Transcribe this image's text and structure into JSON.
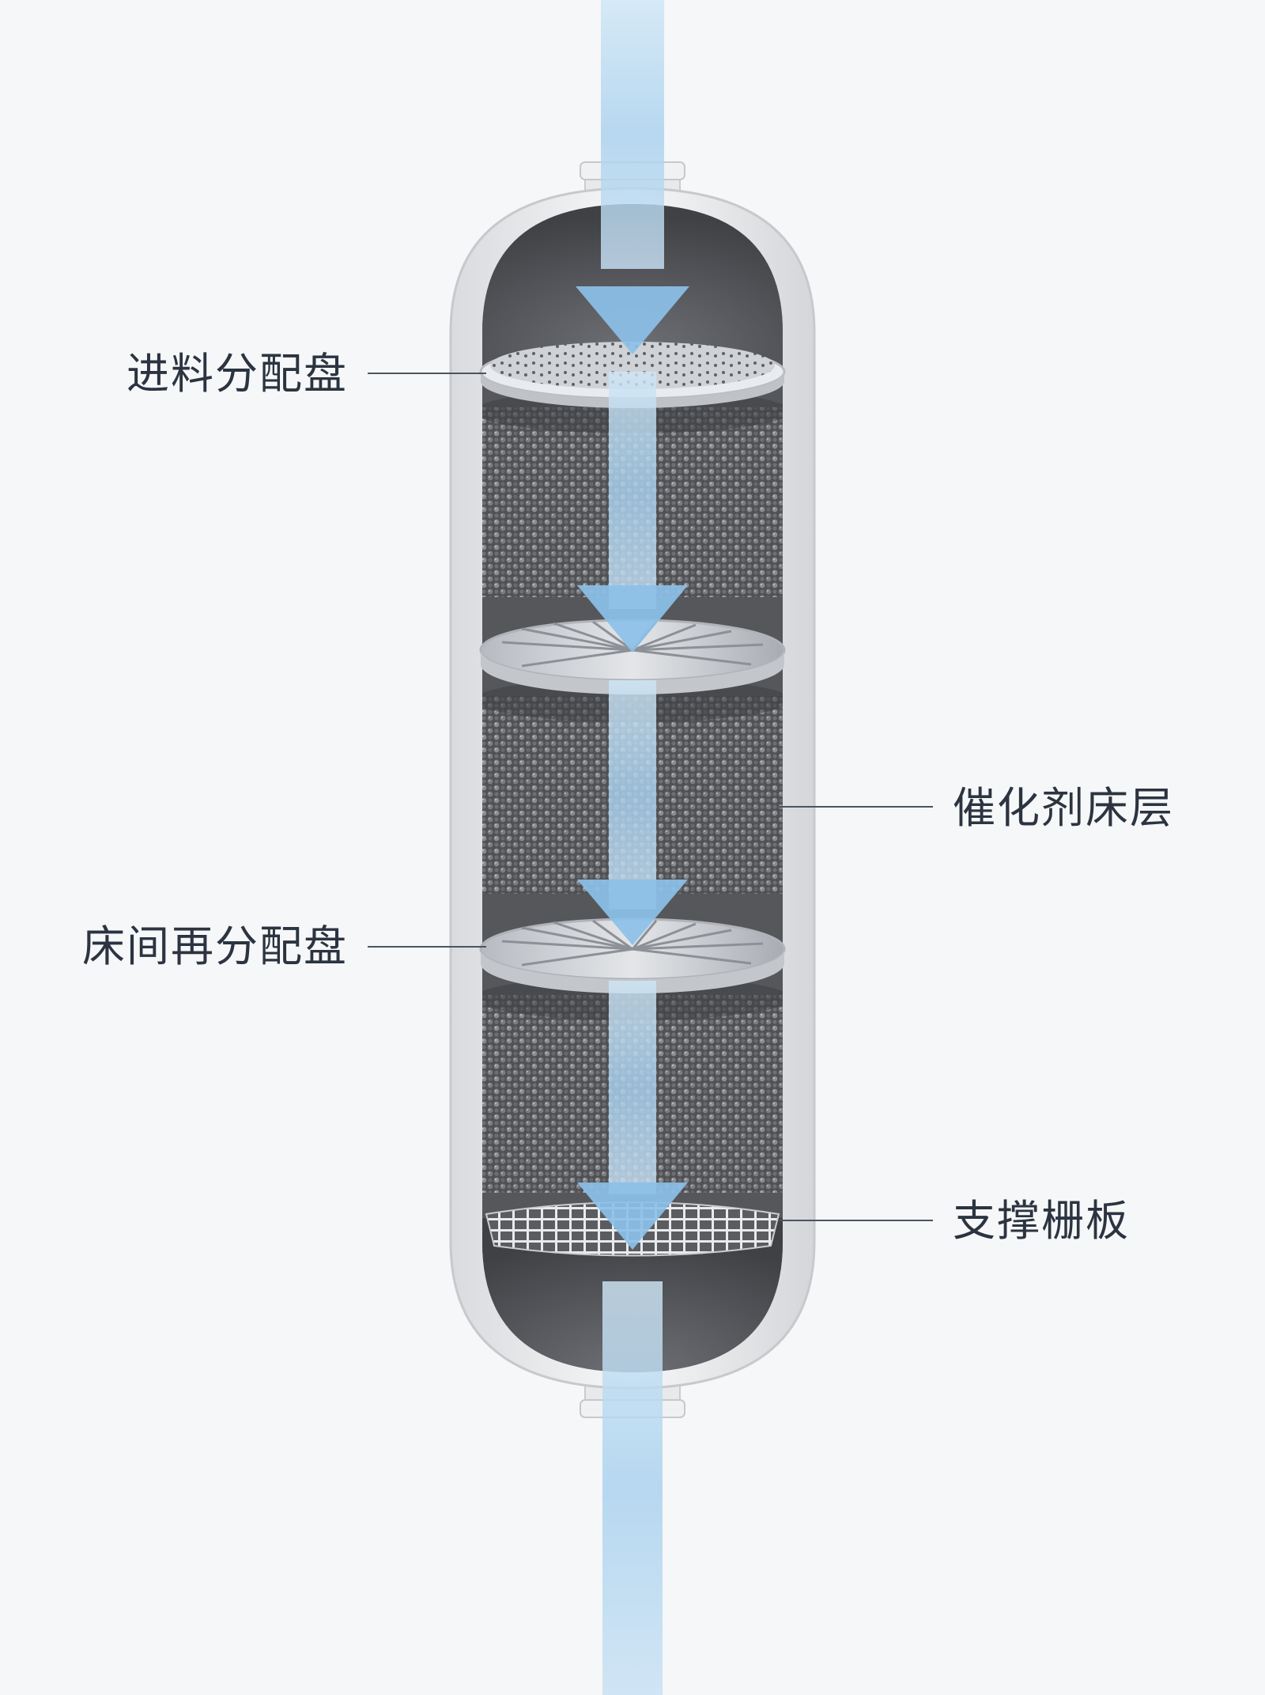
{
  "labels": {
    "feed_distributor": "进料分配盘",
    "catalyst_bed": "催化剂床层",
    "bed_redistributor": "床间再分配盘",
    "support_grid": "支撑栅板"
  },
  "colors": {
    "background": "#f6f7f8",
    "shell": "#f1f2f4",
    "interior": "#5c5e62",
    "flow": "#a9d1ee",
    "flow_dark": "#6fa9d8",
    "leader": "#4a5561",
    "label_text": "#2b3440"
  },
  "icons": {
    "flow_arrow": "down-arrow-icon",
    "swirl_plate": "swirl-vane-icon"
  }
}
